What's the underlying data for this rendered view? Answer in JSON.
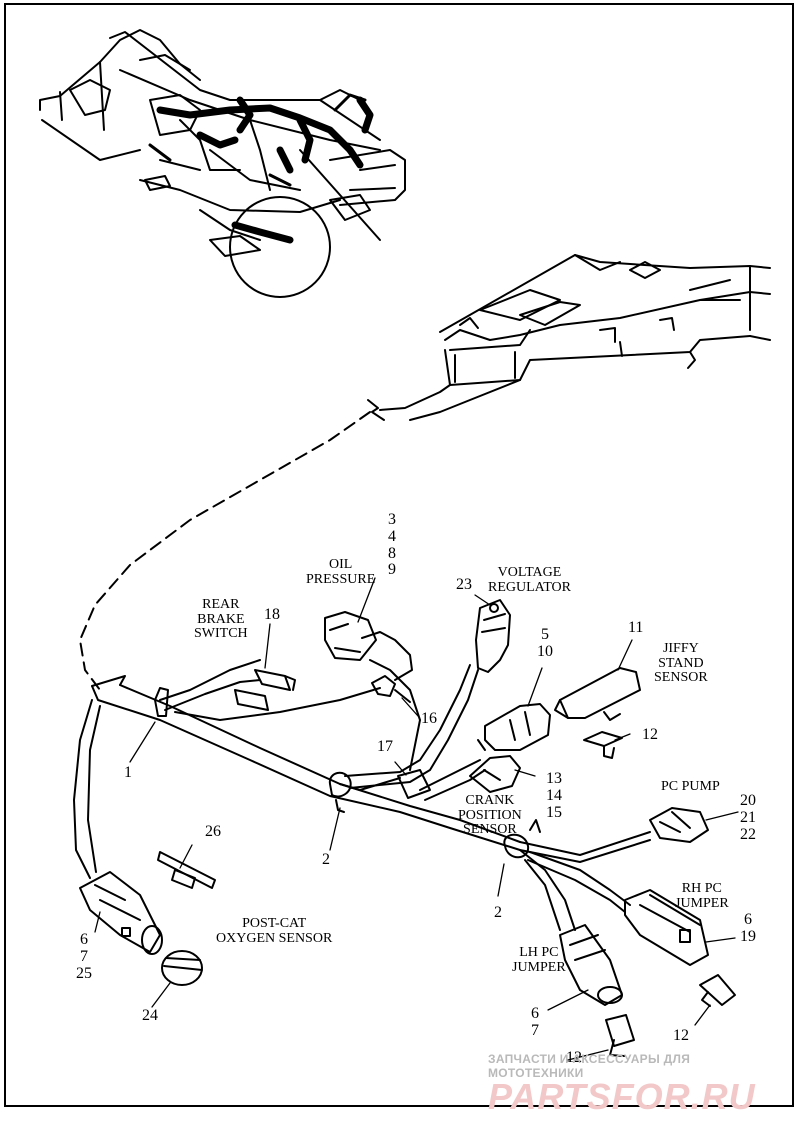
{
  "labels": {
    "rear_brake_switch": [
      "REAR",
      "BRAKE",
      "SWITCH"
    ],
    "oil_pressure": [
      "OIL",
      "PRESSURE"
    ],
    "voltage_regulator": [
      "VOLTAGE",
      "REGULATOR"
    ],
    "jiffy_stand_sensor": [
      "JIFFY",
      "STAND",
      "SENSOR"
    ],
    "crank_position_sensor": [
      "CRANK",
      "POSITION",
      "SENSOR"
    ],
    "pc_pump": "PC PUMP",
    "rh_pc_jumper": [
      "RH PC",
      "JUMPER"
    ],
    "lh_pc_jumper": [
      "LH PC",
      "JUMPER"
    ],
    "post_cat_oxygen_sensor": [
      "POST-CAT",
      "OXYGEN SENSOR"
    ]
  },
  "callouts": {
    "oil_pressure_refs": [
      "3",
      "4",
      "8",
      "9"
    ],
    "rear_brake_switch_ref": "18",
    "voltage_regulator_ref": "23",
    "regulator_conn_refs": [
      "5",
      "10"
    ],
    "jiffy_ref": "11",
    "jiffy_clip_ref": "12",
    "oil_clip_ref": "16",
    "junction_ref": "17",
    "crank_refs": [
      "13",
      "14",
      "15"
    ],
    "pc_pump_refs": [
      "20",
      "21",
      "22"
    ],
    "harness_ref": "1",
    "strap_left_ref": "2",
    "strap_right_ref": "2",
    "clip_26_ref": "26",
    "oxygen_refs": [
      "6",
      "7",
      "25"
    ],
    "cap_ref": "24",
    "rh_jumper_refs": [
      "6",
      "19"
    ],
    "lh_jumper_refs": [
      "6",
      "7"
    ],
    "clip_bottom_right_ref": "12",
    "clip_bottom_ref": "12"
  },
  "watermark": {
    "tagline": "ЗАПЧАСТИ И АКСЕССУАРЫ ДЛЯ МОТОТЕХНИКИ",
    "brand": "PARTSFOR.RU"
  }
}
